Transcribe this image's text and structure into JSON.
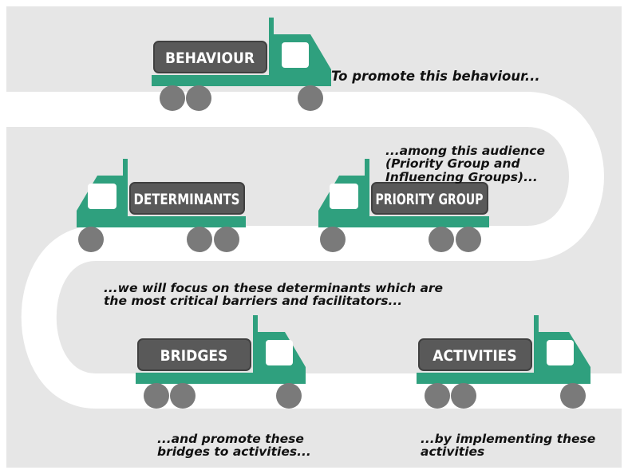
{
  "colors": {
    "background": "#e6e6e6",
    "road": "#ffffff",
    "truck": "#2fa07e",
    "cargo": "#595959",
    "cargo_border": "#404040",
    "wheel": "#7a7a7a",
    "caption_text": "#111111"
  },
  "trucks": [
    {
      "id": "behaviour",
      "label": "BEHAVIOUR",
      "facing": "right"
    },
    {
      "id": "determinants",
      "label": "DETERMINANTS",
      "facing": "left"
    },
    {
      "id": "priority",
      "label": "PRIORITY GROUP",
      "facing": "left"
    },
    {
      "id": "bridges",
      "label": "BRIDGES",
      "facing": "right"
    },
    {
      "id": "activities",
      "label": "ACTIVITIES",
      "facing": "right"
    }
  ],
  "captions": {
    "behaviour": [
      "To promote this behaviour..."
    ],
    "audience": [
      "...among this audience",
      "(Priority Group and",
      "Influencing Groups)..."
    ],
    "determinants": [
      "...we will focus on these determinants which are",
      "the most critical barriers and facilitators..."
    ],
    "bridges": [
      "...and promote these",
      "bridges to activities..."
    ],
    "activities": [
      "...by implementing these",
      "activities"
    ]
  }
}
